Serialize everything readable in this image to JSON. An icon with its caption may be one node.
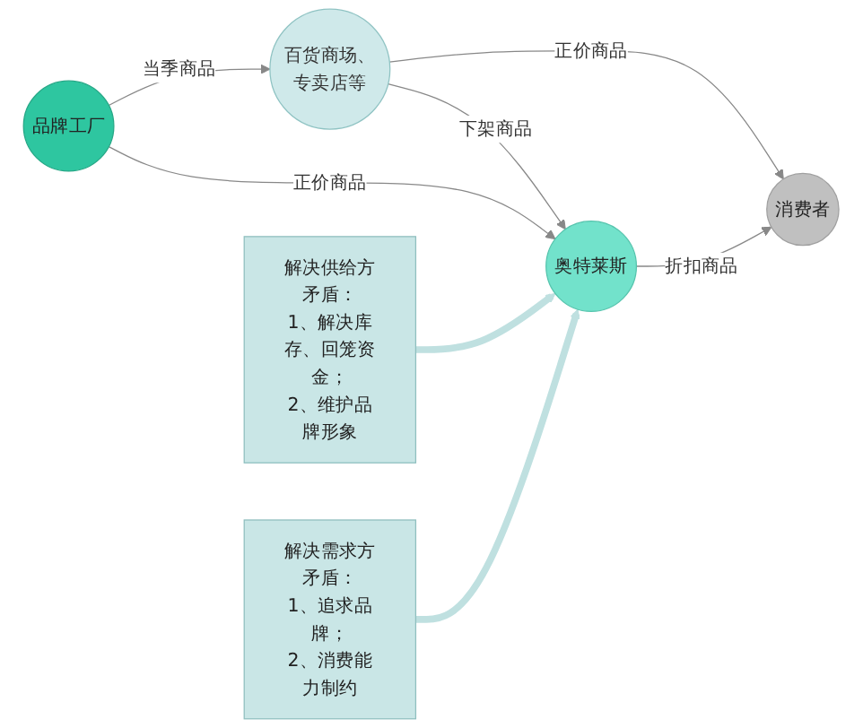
{
  "diagram": {
    "nodes": [
      {
        "text": [
          "百货商场、专卖店等"
        ]
      },
      {
        "text": [
          "品牌工厂"
        ]
      },
      {
        "text": [
          "奥特莱斯"
        ]
      },
      {
        "text": [
          "消费者"
        ]
      },
      {
        "text": [
          "解决供给方矛盾：",
          "1、解决库存、回笼资金；",
          "2、维护品牌形象"
        ]
      },
      {
        "text": [
          "解决需求方矛盾：",
          "1、追求品牌；",
          "2、消费能力制约"
        ]
      }
    ],
    "edges": [
      {
        "from": 1,
        "to": 0,
        "arrow": "to",
        "label": "当季商品"
      },
      {
        "from": 0,
        "to": 2,
        "arrow": "to",
        "label": "下架商品"
      },
      {
        "from": 0,
        "to": 3,
        "arrow": "to",
        "label": "正价商品"
      },
      {
        "from": 1,
        "to": 2,
        "arrow": "to",
        "label": "正价商品"
      },
      {
        "from": 2,
        "to": 3,
        "arrow": "to",
        "label": "折扣商品"
      },
      {
        "from": 4,
        "to": 2,
        "arrow": "to",
        "style": "thick",
        "color": "#bfe0e0"
      },
      {
        "from": 5,
        "to": 2,
        "arrow": "to",
        "style": "thick",
        "color": "#bfe0e0"
      }
    ]
  }
}
